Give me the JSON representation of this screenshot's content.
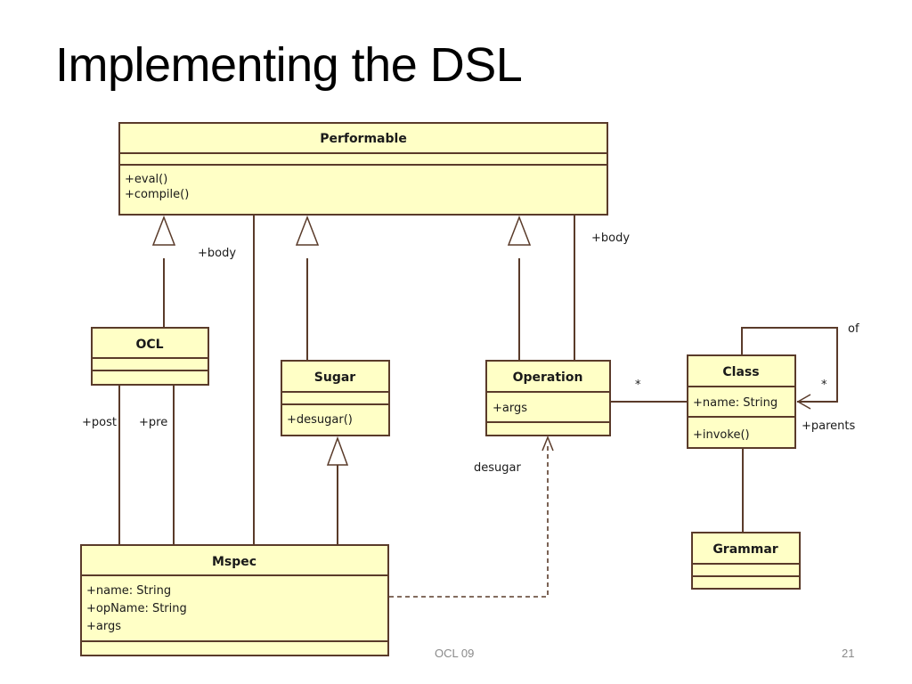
{
  "slide": {
    "title": "Implementing the DSL",
    "footer_center": "OCL 09",
    "page_number": "21"
  },
  "classes": {
    "performable": {
      "name": "Performable",
      "attributes": [],
      "operations": [
        "+eval()",
        "+compile()"
      ]
    },
    "ocl": {
      "name": "OCL",
      "attributes": [],
      "operations": []
    },
    "sugar": {
      "name": "Sugar",
      "attributes": [],
      "operations": [
        "+desugar()"
      ]
    },
    "operation": {
      "name": "Operation",
      "attributes": [
        "+args"
      ],
      "operations": []
    },
    "class": {
      "name": "Class",
      "attributes": [
        "+name: String"
      ],
      "operations": [
        "+invoke()"
      ]
    },
    "grammar": {
      "name": "Grammar",
      "attributes": [],
      "operations": []
    },
    "mspec": {
      "name": "Mspec",
      "attributes": [
        "+name: String",
        "+opName: String",
        "+args"
      ],
      "operations": []
    }
  },
  "relations": {
    "mspec_body_label": "+body",
    "operation_body_label": "+body",
    "ocl_post_label": "+post",
    "ocl_pre_label": "+pre",
    "desugar_label": "desugar",
    "operation_class_multiplicity": "*",
    "class_of_label": "of",
    "class_parents_multiplicity": "*",
    "class_parents_label": "+parents"
  },
  "colors": {
    "class_fill": "#ffffc6",
    "class_stroke": "#5a3b2a"
  }
}
